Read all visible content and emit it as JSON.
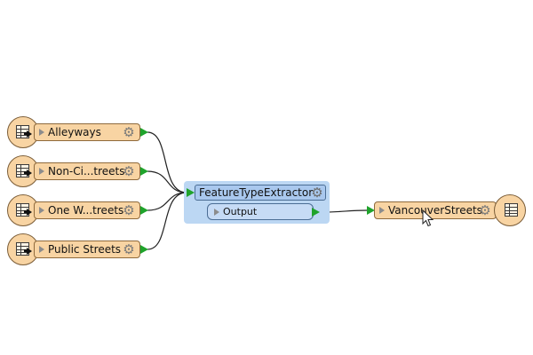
{
  "canvas": {
    "readers": [
      {
        "label": "Alleyways"
      },
      {
        "label": "Non-Ci...treets"
      },
      {
        "label": "One W...treets"
      },
      {
        "label": "Public Streets"
      }
    ],
    "transformer": {
      "name": "FeatureTypeExtractor",
      "output_port": "Output"
    },
    "writer": {
      "label": "VancouverStreets"
    }
  },
  "colors": {
    "feature_type_fill": "#f8d4a3",
    "transformer_fill": "#a9c8ee",
    "selection_highlight": "#bcd7f3",
    "port_green": "#1fa32b",
    "connection_line": "#222222"
  },
  "icons": {
    "reader": "table-icon",
    "writer": "table-icon",
    "properties": "gear-icon",
    "expand": "triangle-right-icon",
    "cursor": "mouse-pointer-icon"
  }
}
